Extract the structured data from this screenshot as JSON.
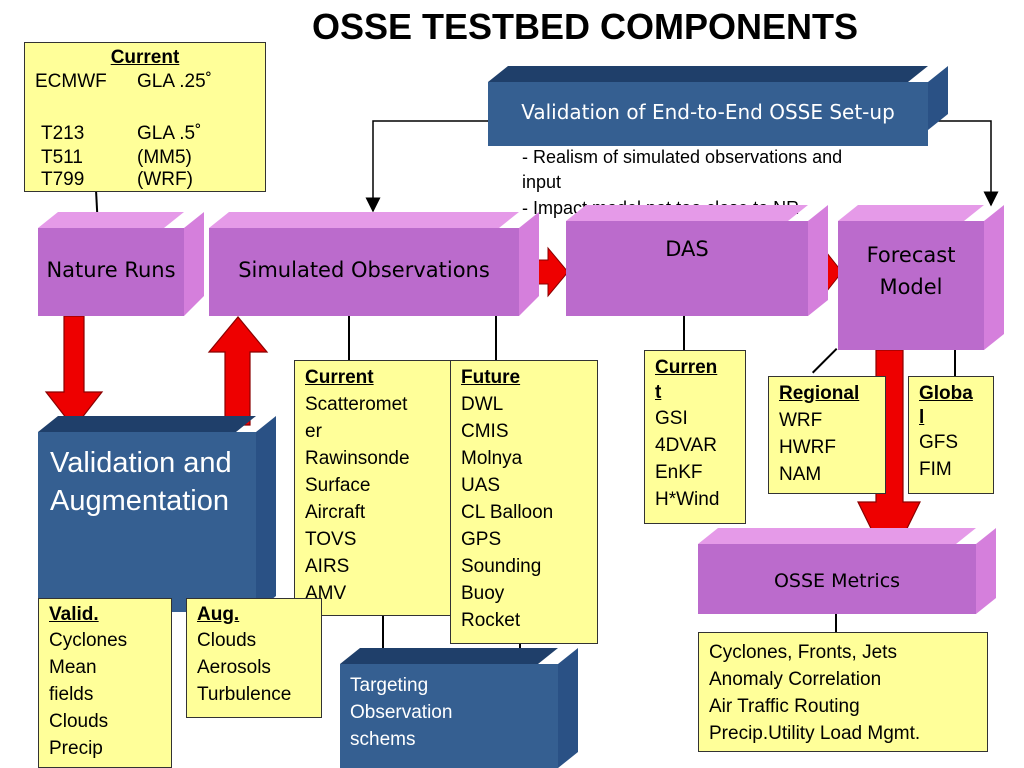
{
  "title": "OSSE TESTBED COMPONENTS",
  "current_models": {
    "heading": "Current",
    "rows": [
      {
        "a": "ECMWF",
        "b": "GLA .25˚"
      },
      {
        "a": "",
        "b": ""
      },
      {
        "a": "T213",
        "b": "GLA .5˚"
      },
      {
        "a": "T511",
        "b": "(MM5)"
      },
      {
        "a": "T799",
        "b": "(WRF)"
      }
    ]
  },
  "blocks": {
    "nature_runs": "Nature Runs",
    "simulated_observations": "Simulated Observations",
    "das": "DAS",
    "forecast_model_1": "Forecast",
    "forecast_model_2": "Model",
    "validation_e2e": "Validation of End-to-End OSSE Set-up",
    "validation_augmentation": "Validation and Augmentation",
    "osse_metrics": "OSSE Metrics",
    "targeting": "Targeting Observation schems"
  },
  "validation_notes": [
    "- Realism of simulated observations and",
    "input",
    "- Impact model not too close to NR"
  ],
  "obs_current": {
    "heading": "Current",
    "items": [
      "Scatteromet",
      "er",
      "Rawinsonde",
      "Surface",
      "Aircraft",
      "TOVS",
      "AIRS",
      "AMV"
    ]
  },
  "obs_future": {
    "heading": "Future",
    "items": [
      "DWL",
      "CMIS",
      "Molnya",
      "UAS",
      "CL Balloon",
      "GPS",
      "Sounding",
      "Buoy",
      "Rocket"
    ]
  },
  "das_current": {
    "heading_1": "Curren",
    "heading_2": "t",
    "items": [
      "GSI",
      "4DVAR",
      "EnKF",
      "H*Wind"
    ]
  },
  "regional": {
    "heading": "Regional",
    "items": [
      "WRF",
      "HWRF",
      "NAM"
    ]
  },
  "global": {
    "heading_1": "Globa",
    "heading_2": "l",
    "items": [
      "GFS",
      "FIM"
    ]
  },
  "valid": {
    "heading": "Valid.",
    "items": [
      "Cyclones",
      "Mean",
      "fields",
      "Clouds",
      "Precip"
    ]
  },
  "aug": {
    "heading": "Aug.",
    "items": [
      "Clouds",
      "Aerosols",
      "Turbulence"
    ]
  },
  "metrics_list": {
    "items": [
      "Cyclones, Fronts, Jets",
      "Anomaly Correlation",
      "Air Traffic Routing",
      "Precip.Utility Load Mgmt."
    ]
  },
  "colors": {
    "violet_front": "#bb6bcc",
    "violet_top": "#e59ae8",
    "blue_front": "#355f91",
    "yellow_box": "#ffff99",
    "arrow_red": "#ee0000"
  }
}
